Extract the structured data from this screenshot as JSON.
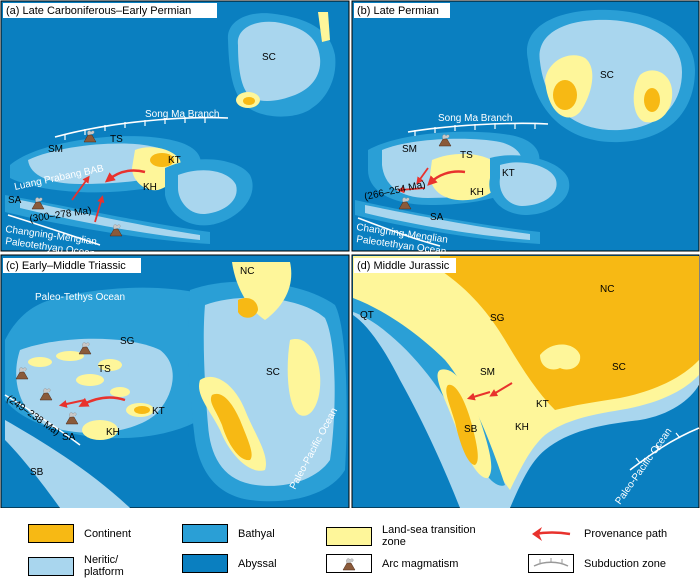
{
  "colors": {
    "abyssal": "#0a7fc0",
    "bathyal": "#2a9fd6",
    "neritic": "#a9d6ee",
    "transition": "#fef69a",
    "continent": "#f7b914",
    "arrow": "#e8322d",
    "subduction": "#ffffff"
  },
  "panels": [
    {
      "title": "(a) Late Carboniferous–Early Permian",
      "labels": [
        "SC",
        "Song Ma Branch",
        "SM",
        "TS",
        "KT",
        "KH",
        "SA",
        "Luang Prabang BAB",
        "(300–278 Ma)",
        "Changning-Menglian",
        "Paleotethyan Ocean"
      ]
    },
    {
      "title": "(b) Late Permian",
      "labels": [
        "SC",
        "Song Ma Branch",
        "SM",
        "TS",
        "KT",
        "KH",
        "SA",
        "(266–254 Ma)",
        "Changning-Menglian",
        "Paleotethyan Ocean"
      ]
    },
    {
      "title": "(c) Early–Middle Triassic",
      "labels": [
        "NC",
        "Paleo-Tethys Ocean",
        "SG",
        "TS",
        "KT",
        "KH",
        "SA",
        "(249–238 Ma)",
        "SC",
        "SB",
        "Paleo-Pacific Ocean"
      ]
    },
    {
      "title": "(d) Middle Jurassic",
      "labels": [
        "QT",
        "SG",
        "NC",
        "SM",
        "KT",
        "KH",
        "SB",
        "SC",
        "Paleo-Pacific Ocean"
      ]
    }
  ],
  "legend": [
    {
      "label": "Continent",
      "key": "continent"
    },
    {
      "label": "Bathyal",
      "key": "bathyal"
    },
    {
      "label": "Land-sea transition\nzone",
      "key": "transition"
    },
    {
      "label": "Provenance path",
      "key": "arrow"
    },
    {
      "label": "Neritic/\nplatform",
      "key": "neritic"
    },
    {
      "label": "Abyssal",
      "key": "abyssal"
    },
    {
      "label": "Arc magmatism",
      "key": "volcano"
    },
    {
      "label": "Subduction zone",
      "key": "subduction"
    }
  ]
}
